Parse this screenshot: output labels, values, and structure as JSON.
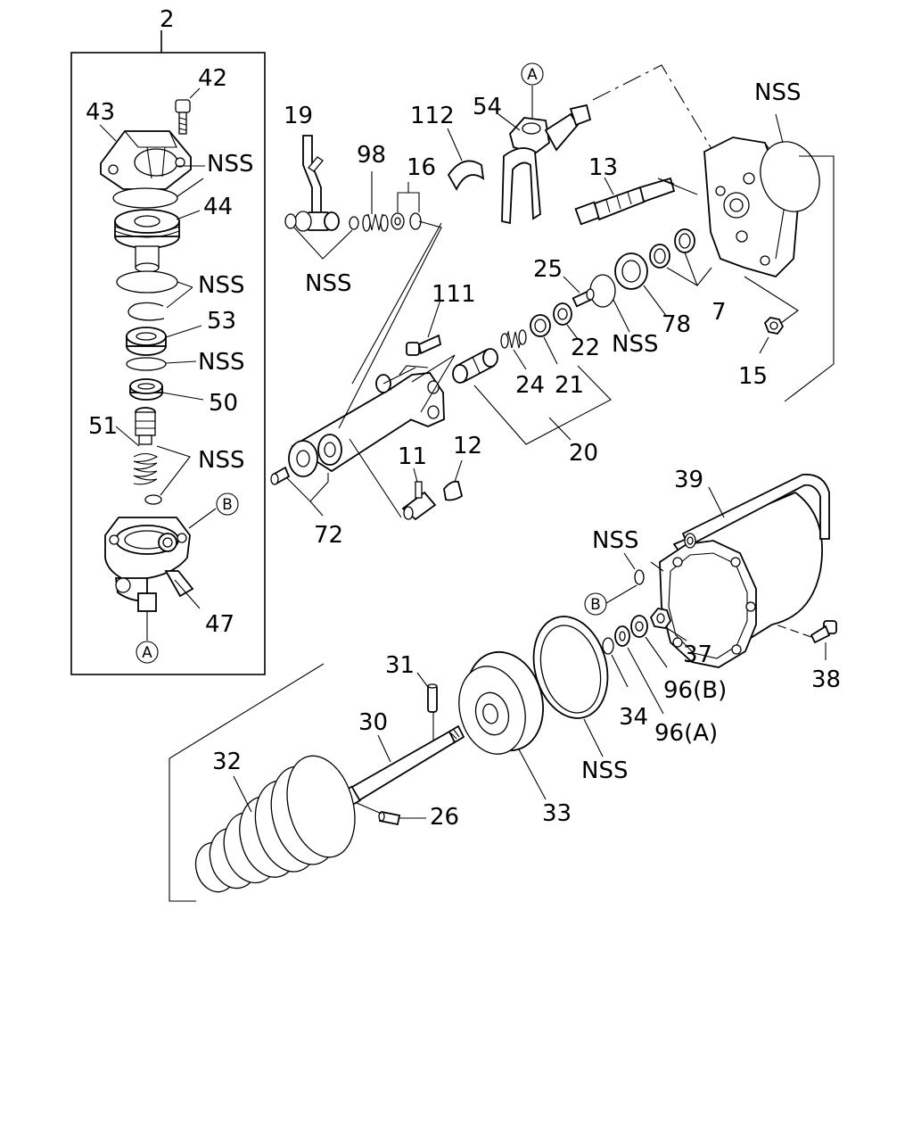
{
  "diagram": {
    "labels": {
      "p2": "2",
      "p42": "42",
      "p43": "43",
      "nss_1": "NSS",
      "p44": "44",
      "nss_2": "NSS",
      "p53": "53",
      "nss_3": "NSS",
      "p50": "50",
      "p51": "51",
      "nss_4": "NSS",
      "p47": "47",
      "p19": "19",
      "p98": "98",
      "p16": "16",
      "p112": "112",
      "p54": "54",
      "p13": "13",
      "nss_5": "NSS",
      "nss_6": "NSS",
      "p25": "25",
      "p111": "111",
      "p22": "22",
      "nss_7": "NSS",
      "p78": "78",
      "p7": "7",
      "p15": "15",
      "p24": "24",
      "p21": "21",
      "p20": "20",
      "p11": "11",
      "p12": "12",
      "p72": "72",
      "p39": "39",
      "nss_8": "NSS",
      "p37": "37",
      "p38": "38",
      "p96b": "96(B)",
      "p34": "34",
      "p96a": "96(A)",
      "nss_9": "NSS",
      "p31": "31",
      "p30": "30",
      "p32": "32",
      "p26": "26",
      "p33": "33"
    },
    "callouts": {
      "a_top": "A",
      "a_bottom": "A",
      "b_left": "B",
      "b_right": "B"
    }
  }
}
